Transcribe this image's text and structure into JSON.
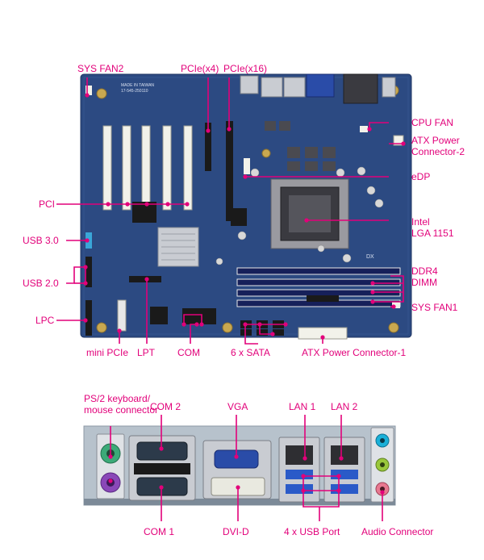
{
  "board_labels": {
    "sys_fan2": "SYS FAN2",
    "pcie_x4": "PCIe(x4)",
    "pcie_x16": "PCIe(x16)",
    "cpu_fan": "CPU FAN",
    "atx_power_2_line1": "ATX Power",
    "atx_power_2_line2": "Connector-2",
    "edp": "eDP",
    "pci": "PCI",
    "intel_line1": "Intel",
    "intel_line2": "LGA 1151",
    "usb30": "USB 3.0",
    "ddr4_line1": "DDR4",
    "ddr4_line2": "DIMM",
    "usb20": "USB 2.0",
    "sys_fan1": "SYS FAN1",
    "lpc": "LPC",
    "mini_pcie": "mini PCIe",
    "lpt": "LPT",
    "com": "COM",
    "sata": "6 x SATA",
    "atx_power_1": "ATX Power Connector-1"
  },
  "io_labels": {
    "ps2_line1": "PS/2 keyboard/",
    "ps2_line2": "mouse connector",
    "com2": "COM 2",
    "vga": "VGA",
    "lan1": "LAN 1",
    "lan2": "LAN 2",
    "com1": "COM 1",
    "dvid": "DVI-D",
    "usb_port": "4 x USB Port",
    "audio": "Audio Connector"
  },
  "board_silkscreen": {
    "made_in": "MADE IN TAIWAN",
    "part_no": "17-545-250110",
    "dx": "DX"
  },
  "colors": {
    "callout": "#e2007a",
    "pcb": "#2c4a82",
    "pcb_dark": "#1e3462",
    "slot_white": "#f2f2ea",
    "slot_black": "#1a1a1a",
    "dimm_navy": "#16205a",
    "vga_blue": "#2a4ca8",
    "audio_cyan": "#1ab0d8",
    "audio_green": "#9ac83c",
    "audio_pink": "#e87890",
    "ps2_green": "#3caa78",
    "ps2_purple": "#8a48b8"
  }
}
